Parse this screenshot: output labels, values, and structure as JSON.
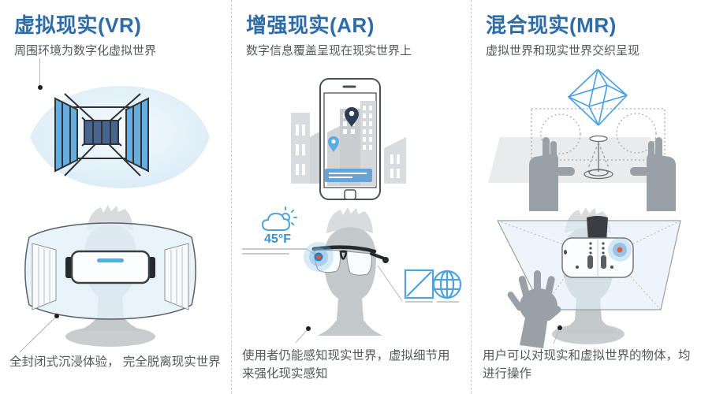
{
  "colors": {
    "title_blue": "#2e6ca8",
    "text_gray": "#54595d",
    "icon_blue": "#4da3dd",
    "deep_navy": "#2e3d56",
    "panel_blue": "#64aee2",
    "accent_orange": "#e2552e",
    "silhouette_gray": "#c3c8cb",
    "divider_gray": "#cfcfcf"
  },
  "columns": [
    {
      "id": "vr",
      "title": "虚拟现实(VR)",
      "subtitle": "周围环境为数字化虚拟世界",
      "caption": "全封闭式沉浸体验， 完全脱离现实世界",
      "illustrations": {
        "top": "vr-tunnel-view",
        "bottom": "person-wearing-vr-headset"
      }
    },
    {
      "id": "ar",
      "title": "增强现实(AR)",
      "subtitle": "数字信息覆盖呈现在现实世界上",
      "caption": "使用者仍能感知现实世界，虚拟细节用来强化现实感知",
      "weather_badge": "45°F",
      "illustrations": {
        "top": "smartphone-city-overlay",
        "bottom": "person-wearing-ar-glasses"
      }
    },
    {
      "id": "mr",
      "title": "混合现实(MR)",
      "subtitle": "虚拟世界和现实世界交织呈现",
      "caption": "用户可以对现实和虚拟世界的物体，均进行操作",
      "illustrations": {
        "top": "hands-framing-hologram",
        "bottom": "person-wearing-mr-headset"
      }
    }
  ]
}
